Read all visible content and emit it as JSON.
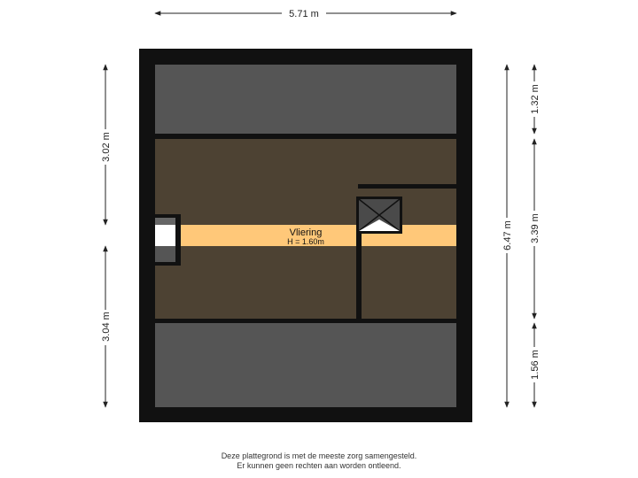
{
  "dimensions": {
    "top_width": "5.71 m",
    "left_upper": "3.02 m",
    "left_lower": "3.04 m",
    "right_total": "6.47 m",
    "right_top": "1.32 m",
    "right_middle": "3.39 m",
    "right_bottom": "1.56 m"
  },
  "room": {
    "name": "Vliering",
    "height": "H = 1.60m"
  },
  "footer": {
    "line1": "Deze plattegrond is met de meeste zorg samengesteld.",
    "line2": "Er kunnen geen rechten aan worden ontleend."
  },
  "colors": {
    "wall": "#111111",
    "roof_slope": "#555555",
    "floor": "#4d4233",
    "highlight_band": "#ffc879",
    "hatch": "#444444"
  }
}
